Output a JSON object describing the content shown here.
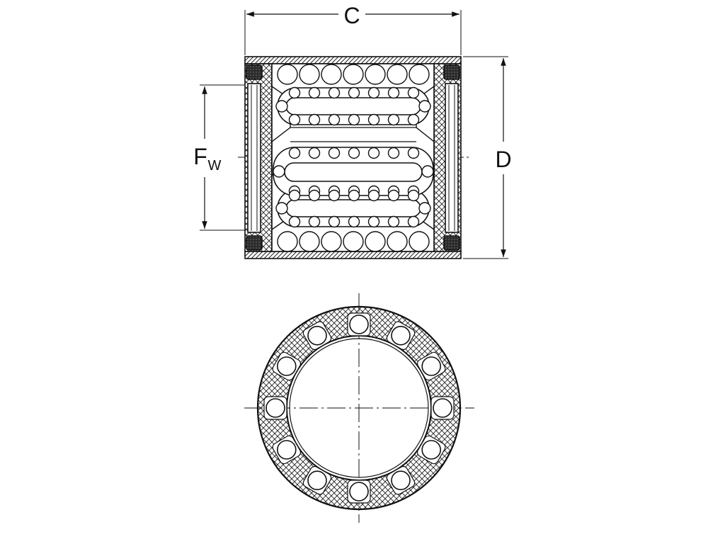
{
  "labels": {
    "width_dim": "C",
    "outer_dim": "D",
    "bore_dim_main": "F",
    "bore_dim_sub": "W"
  },
  "colors": {
    "ink": "#111111",
    "paper": "#ffffff",
    "seal_fill": "#2b2b2b"
  }
}
